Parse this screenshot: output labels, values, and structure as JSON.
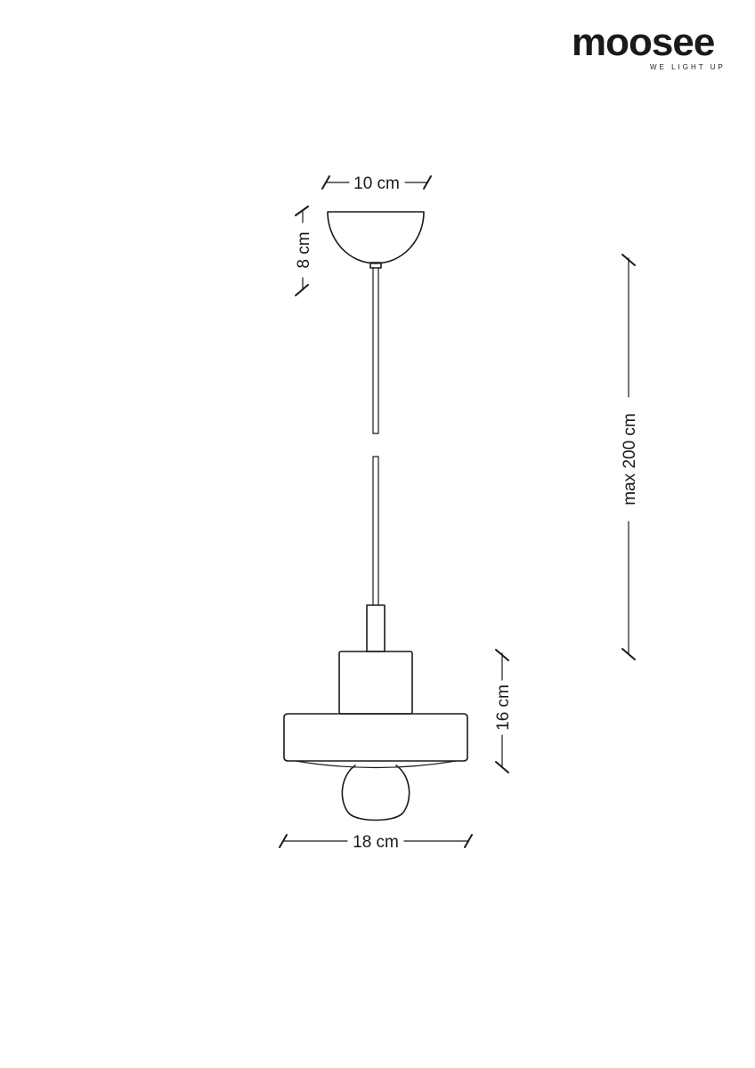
{
  "brand": {
    "name": "moosee",
    "tagline": "WE LIGHT UP"
  },
  "dimensions": {
    "canopy_width": "10 cm",
    "canopy_height": "8 cm",
    "total_height": "max 200 cm",
    "shade_height": "16 cm",
    "shade_width": "18 cm"
  }
}
